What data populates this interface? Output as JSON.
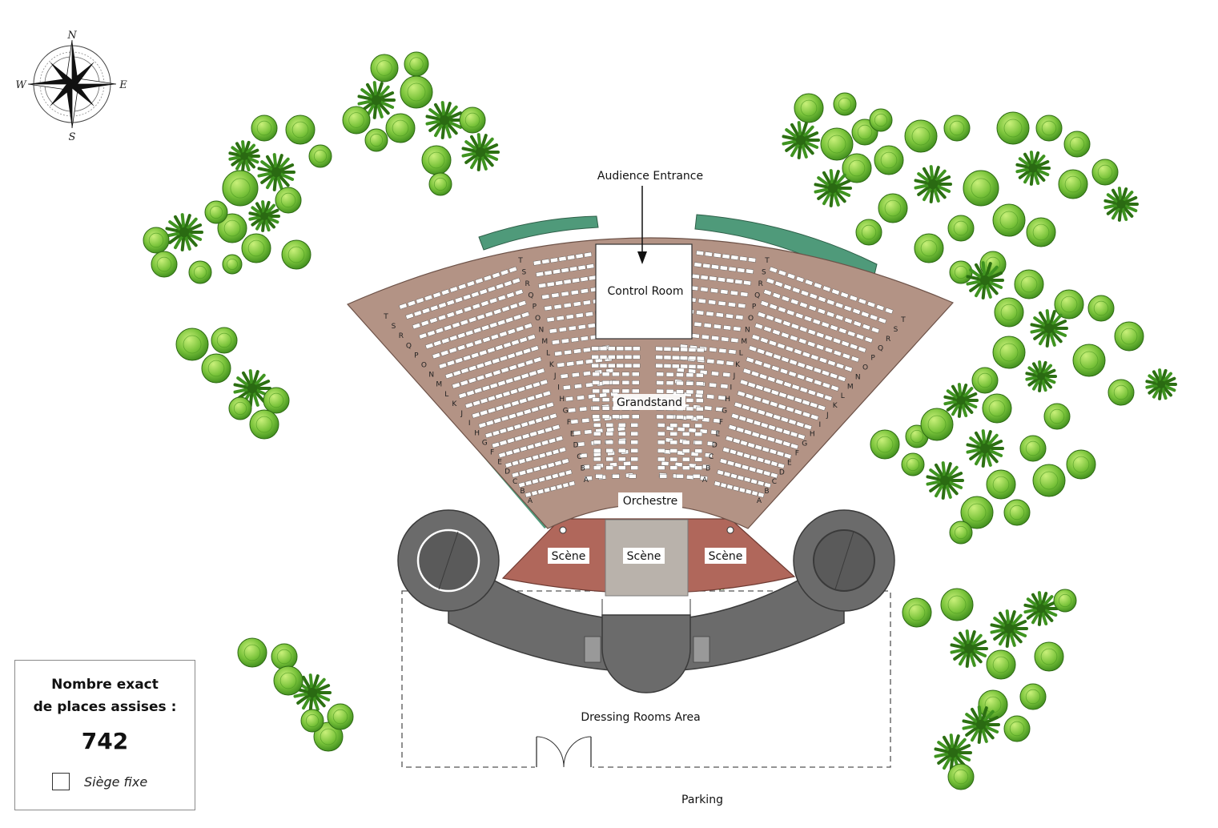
{
  "labels": {
    "audience_entrance": "Audience Entrance",
    "control_room": "Control Room",
    "grandstand": "Grandstand",
    "orchestre": "Orchestre",
    "scene_left": "Scène",
    "scene_center": "Scène",
    "scene_right": "Scène",
    "dressing_rooms": "Dressing Rooms Area",
    "parking": "Parking"
  },
  "compass": {
    "n": "N",
    "s": "S",
    "e": "E",
    "w": "W"
  },
  "legend": {
    "title": "Nombre exact\nde places assises :",
    "seat_count": "742",
    "key_label": "Siège fixe"
  },
  "row_letters": [
    "A",
    "B",
    "C",
    "D",
    "E",
    "F",
    "G",
    "H",
    "I",
    "J",
    "K",
    "L",
    "M",
    "N",
    "O",
    "P",
    "Q",
    "R",
    "S",
    "T"
  ],
  "colors": {
    "terrace": "#b39385",
    "green_band": "#4f9a7a",
    "building": "#6b6b6b",
    "stage_red": "#b0675b",
    "stage_center": "#b9b2ab",
    "tree_light": "#8fd24a",
    "tree_dark": "#3e8c1e"
  }
}
